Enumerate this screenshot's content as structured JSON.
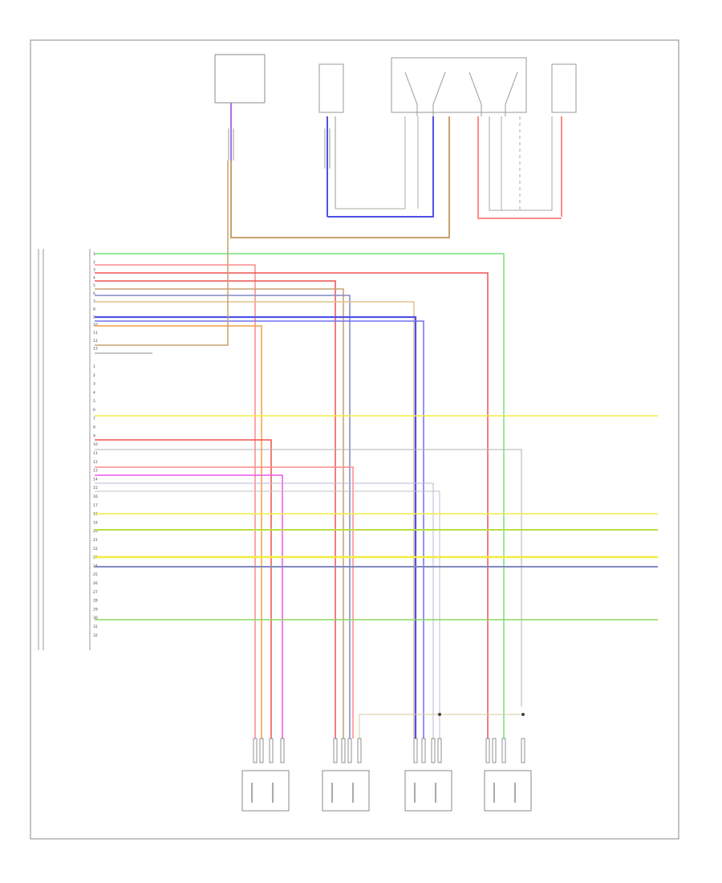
{
  "title": "",
  "frame_footer": "",
  "colors": {
    "green": "#5cd65c",
    "red": "#f05050",
    "pink": "#ff8a8a",
    "brown": "#c8a070",
    "orange": "#f4a040",
    "yellow": "#f2ec40",
    "blue": "#5050e8",
    "violet": "#b070e0",
    "magenta": "#ee55ee",
    "gray": "#a8a8a8",
    "slate": "#8088c0",
    "frame": "#777777"
  },
  "components": {
    "controller_label": "",
    "top_left_switch": "",
    "top_mid_motor": "",
    "top_junction": "",
    "top_right_motor": "",
    "motor_1": "",
    "motor_2": "",
    "motor_3": "",
    "motor_4": ""
  },
  "connector": {
    "pins_upper": [
      "1",
      "2",
      "3",
      "4",
      "5",
      "6",
      "7",
      "8",
      "9",
      "10",
      "11",
      "12",
      "13"
    ],
    "pins_lower": [
      "1",
      "2",
      "3",
      "4",
      "5",
      "6",
      "7",
      "8",
      "9",
      "10",
      "11",
      "12",
      "13",
      "14",
      "15",
      "16",
      "17",
      "18",
      "19",
      "20",
      "21",
      "22",
      "23",
      "24",
      "25",
      "26",
      "27",
      "28",
      "29",
      "30",
      "31",
      "32"
    ]
  },
  "wires": {
    "right_labels": [
      "",
      "",
      "",
      "",
      "",
      ""
    ]
  }
}
